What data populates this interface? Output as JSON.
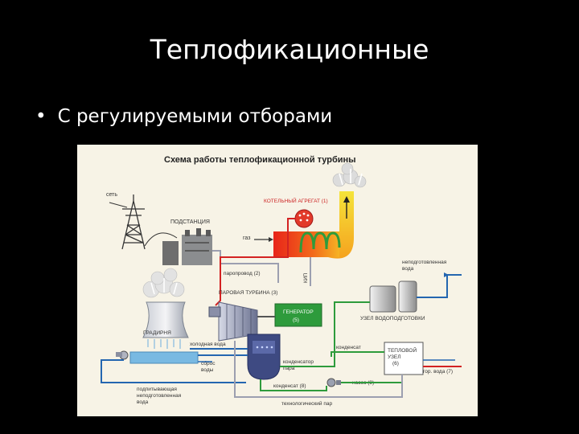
{
  "slide": {
    "title": "Теплофикационные",
    "bullet_symbol": "•",
    "bullet_text": "С регулируемыми отборами"
  },
  "diagram": {
    "title": "Схема работы теплофикационной турбины",
    "labels": {
      "grid": "сеть",
      "substation": "ПОДСТАНЦИЯ",
      "boiler": "КОТЕЛЬНЫЙ АГРЕГАТ (1)",
      "gas": "газ",
      "steam_pipe": "паропровод (2)",
      "kip": "КИП",
      "steam_turbine": "ПАРОВАЯ ТУРБИНА (3)",
      "generator": "ГЕНЕРАТОР",
      "generator_num": "(5)",
      "raw_water_1": "неподготовленная",
      "raw_water_2": "вода",
      "water_treatment": "УЗЕЛ ВОДОПОДГОТОВКИ",
      "cooling_tower": "ГРАДИРНЯ",
      "cold_water": "холодная вода",
      "condensate_top": "конденсат",
      "heat_node_1": "ТЕПЛОВОЙ",
      "heat_node_2": "УЗЕЛ",
      "heat_node_3": "(6)",
      "drain_1": "сброс",
      "drain_2": "воды",
      "condenser_1": "конденсатор",
      "condenser_2": "пара",
      "hot_water": "гор. вода (7)",
      "pump": "насос (9)",
      "condensate_bottom": "конденсат (8)",
      "makeup_1": "подпитывающая",
      "makeup_2": "неподготовленная",
      "makeup_3": "вода",
      "process_steam": "технологический пар"
    },
    "colors": {
      "background": "#f7f3e6",
      "steam_red": "#d32222",
      "water_blue": "#2466b0",
      "green": "#2e9b3c",
      "gray_pipe": "#9c9fb0",
      "yellow": "#f0d21c",
      "cooling_water": "#79b9e2"
    }
  }
}
